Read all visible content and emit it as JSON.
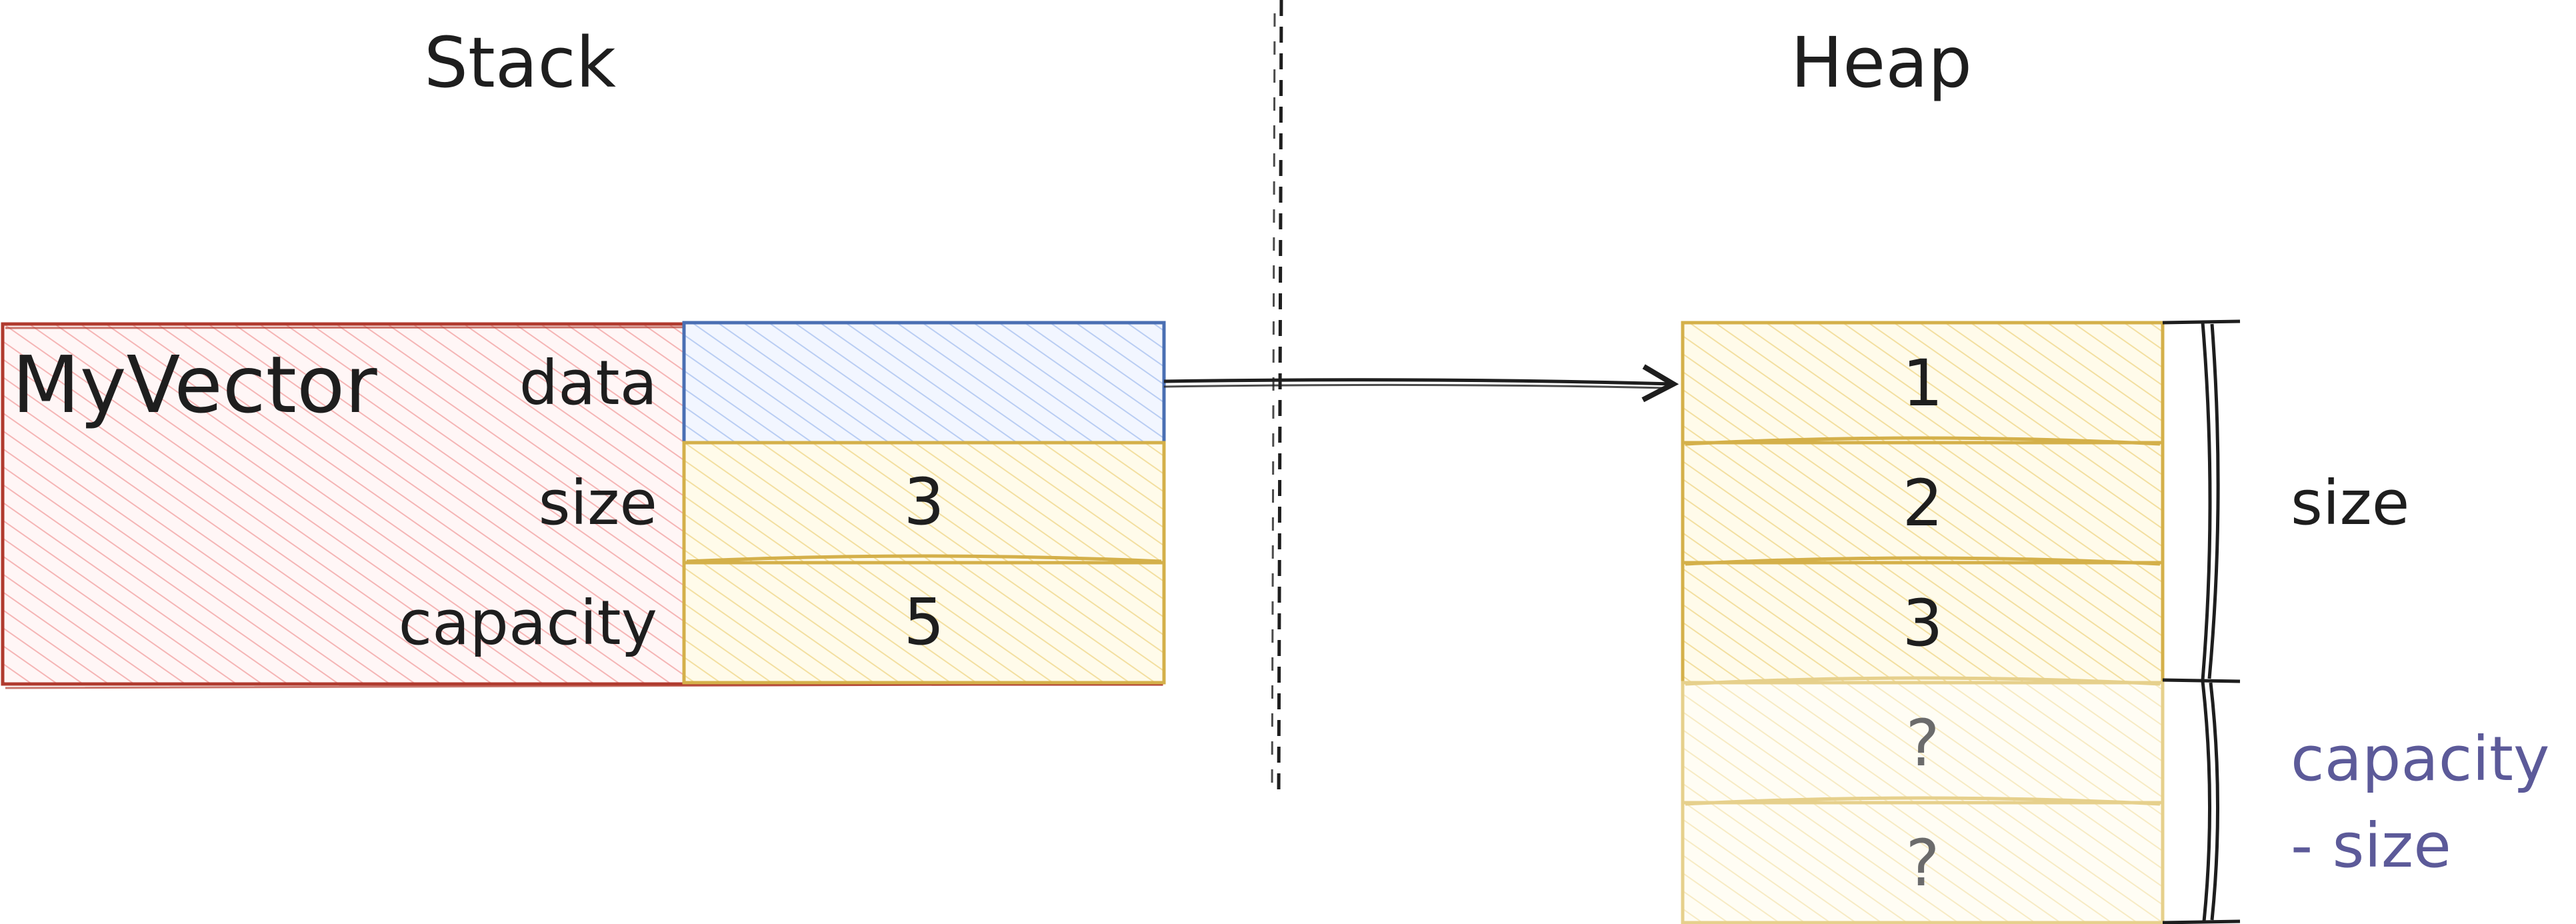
{
  "columns": {
    "left": "Stack",
    "right": "Heap"
  },
  "struct": {
    "name": "MyVector",
    "fields": [
      {
        "label": "data",
        "value": ""
      },
      {
        "label": "size",
        "value": "3"
      },
      {
        "label": "capacity",
        "value": "5"
      }
    ]
  },
  "heap": {
    "cells": [
      "1",
      "2",
      "3",
      "?",
      "?"
    ],
    "brace_labels": {
      "used": "size",
      "unused_line1": "capacity",
      "unused_line2": "- size"
    }
  },
  "colors": {
    "struct_stroke": "#b03a2e",
    "struct_fill": "#ffc9c9",
    "pointer_stroke": "#4a6fb3",
    "pointer_fill": "#a5c8ff",
    "cell_stroke": "#d4b04a",
    "cell_fill": "#ffec99",
    "ink": "#1e1e1e",
    "accent": "#5c5a99"
  }
}
